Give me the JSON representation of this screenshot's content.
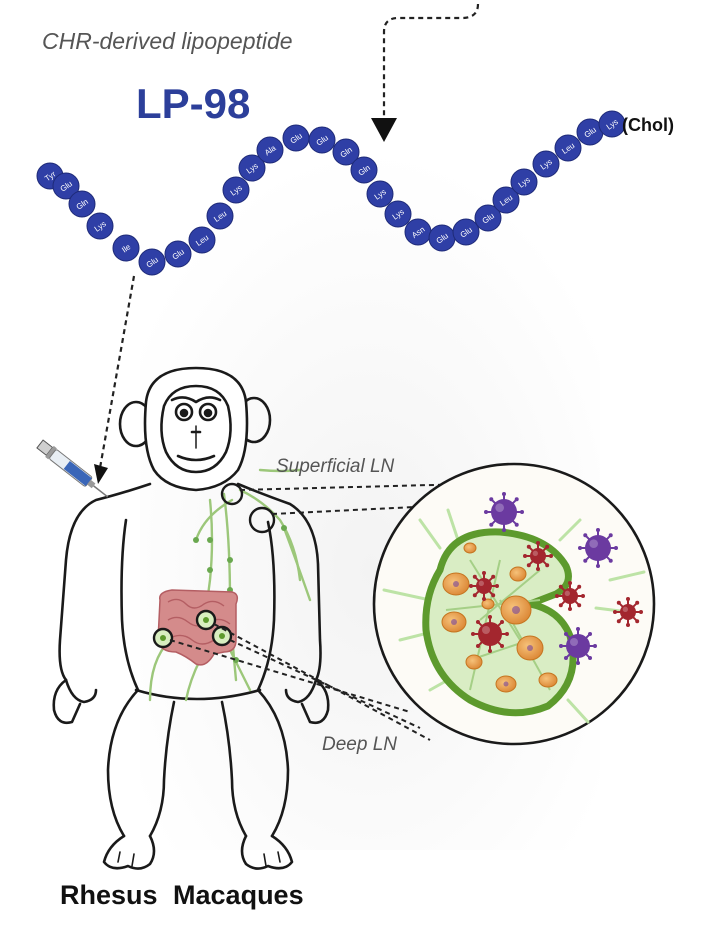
{
  "subtitle": "CHR-derived lipopeptide",
  "title": "LP-98",
  "peptide": {
    "residues": [
      "Tyr",
      "Glu",
      "Gln",
      "Lys",
      "Ile",
      "Glu",
      "Glu",
      "Leu",
      "Leu",
      "Lys",
      "Lys",
      "Ala",
      "Glu",
      "Glu",
      "Gln",
      "Gln",
      "Lys",
      "Lys",
      "Asn",
      "Glu",
      "Glu",
      "Glu",
      "Leu",
      "Lys",
      "Lys",
      "Leu",
      "Glu",
      "Lys"
    ],
    "conjugate": "(Chol)",
    "bead_color": "#2f3fa6"
  },
  "labels": {
    "superficial_ln": "Superficial  LN",
    "deep_ln": "Deep LN",
    "species": "Rhesus  Macaques"
  },
  "colors": {
    "lymph_vessel": "#9cc77a",
    "node_fill": "#d8eec0",
    "node_rim": "#5d9a2d",
    "cell": "#e59a47",
    "virus_purple": "#6b3aa0",
    "virus_red": "#a3262e",
    "gut": "#d48b8b"
  }
}
